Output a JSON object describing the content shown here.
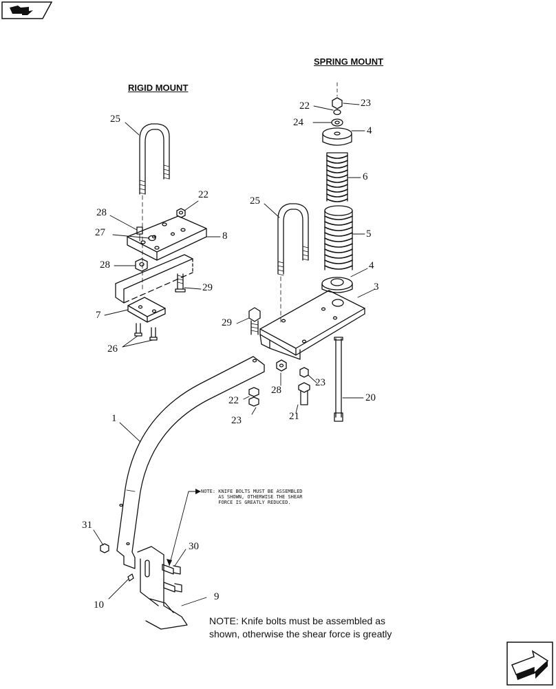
{
  "headings": {
    "rigid_mount": "RIGID MOUNT",
    "spring_mount": "SPRING MOUNT"
  },
  "callouts": [
    "25",
    "28",
    "27",
    "22",
    "8",
    "28",
    "29",
    "7",
    "26",
    "25",
    "22",
    "23",
    "24",
    "4",
    "6",
    "5",
    "4",
    "3",
    "29",
    "28",
    "23",
    "22",
    "23",
    "21",
    "20",
    "1",
    "31",
    "30",
    "10",
    "9"
  ],
  "notes": {
    "small": "NOTE: KNIFE BOLTS MUST BE ASSEMBLED\n      AS SHOWN, OTHERWISE THE SHEAR\n      FORCE IS GREATLY REDUCED.",
    "large": "NOTE:  Knife bolts must be assembled as shown, otherwise the shear force is greatly"
  },
  "icons": {
    "top_left": "book-arrow-icon",
    "bottom_right": "next-page-arrow-icon"
  }
}
